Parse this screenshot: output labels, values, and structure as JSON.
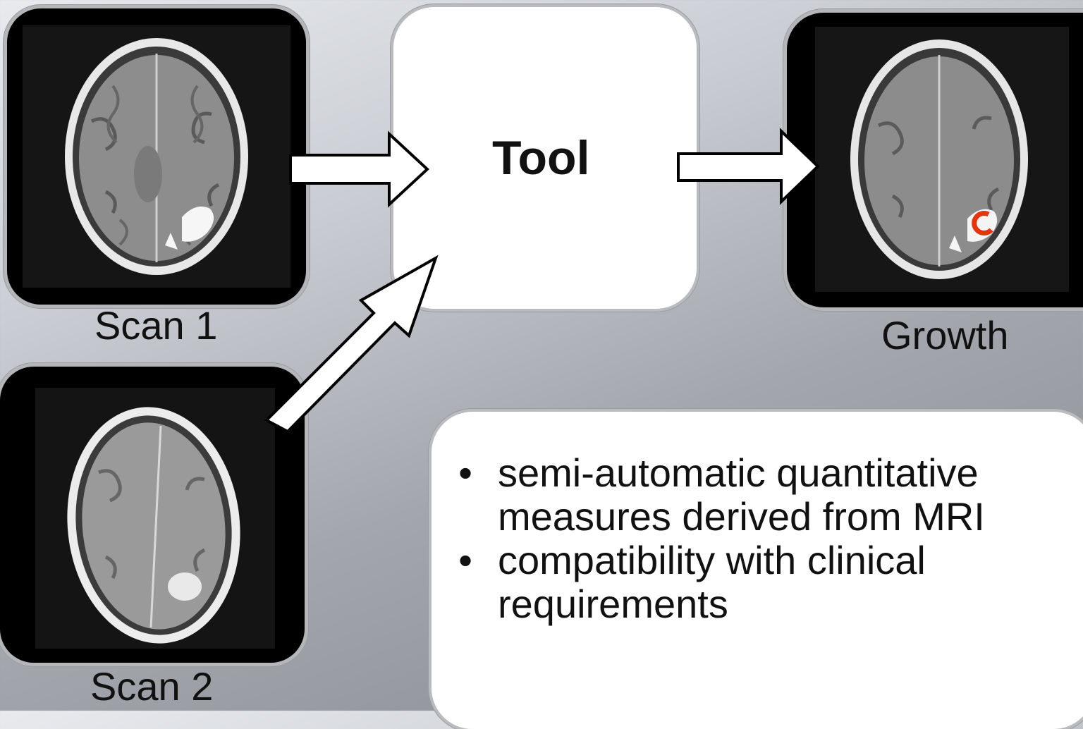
{
  "tool": {
    "title": "Tool"
  },
  "scans": {
    "scan1_label": "Scan 1",
    "scan2_label": "Scan 2",
    "growth_label": "Growth"
  },
  "info": {
    "bullets": [
      "semi-automatic quantitative measures derived from MRI",
      "compatibility with clinical requirements"
    ],
    "bullet_glyph": "•"
  },
  "colors": {
    "growth_marker": "#e8340a",
    "frame": "#000000",
    "box": "#ffffff"
  }
}
